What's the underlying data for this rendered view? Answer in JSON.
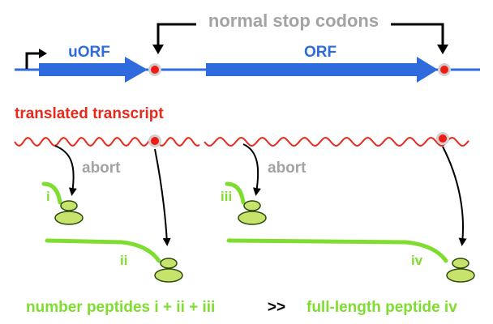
{
  "labels": {
    "stop_codons": "normal stop codons",
    "uorf": "uORF",
    "orf": "ORF",
    "translated_transcript": "translated transcript",
    "abort_1": "abort",
    "abort_2": "abort",
    "peptide_i": "i",
    "peptide_ii": "ii",
    "peptide_iii": "iii",
    "peptide_iv": "iv",
    "summary_left": "number peptides i + ii + iii",
    "summary_op": ">>",
    "summary_right": "full-length peptide iv"
  },
  "colors": {
    "gene_blue": "#2f6bdc",
    "transcript_red": "#e62a1c",
    "peptide_green": "#7fdd2f",
    "ribosome_green": "#c7e36b",
    "ribosome_outline": "#2a4a10",
    "gray_text": "#a3a3a3",
    "black": "#000000",
    "stop_fill": "#ee1c14",
    "stop_ring": "#d0d0d0"
  },
  "icons": [
    "promoter-arrow-icon",
    "stop-codon-icon",
    "ribosome-icon"
  ]
}
